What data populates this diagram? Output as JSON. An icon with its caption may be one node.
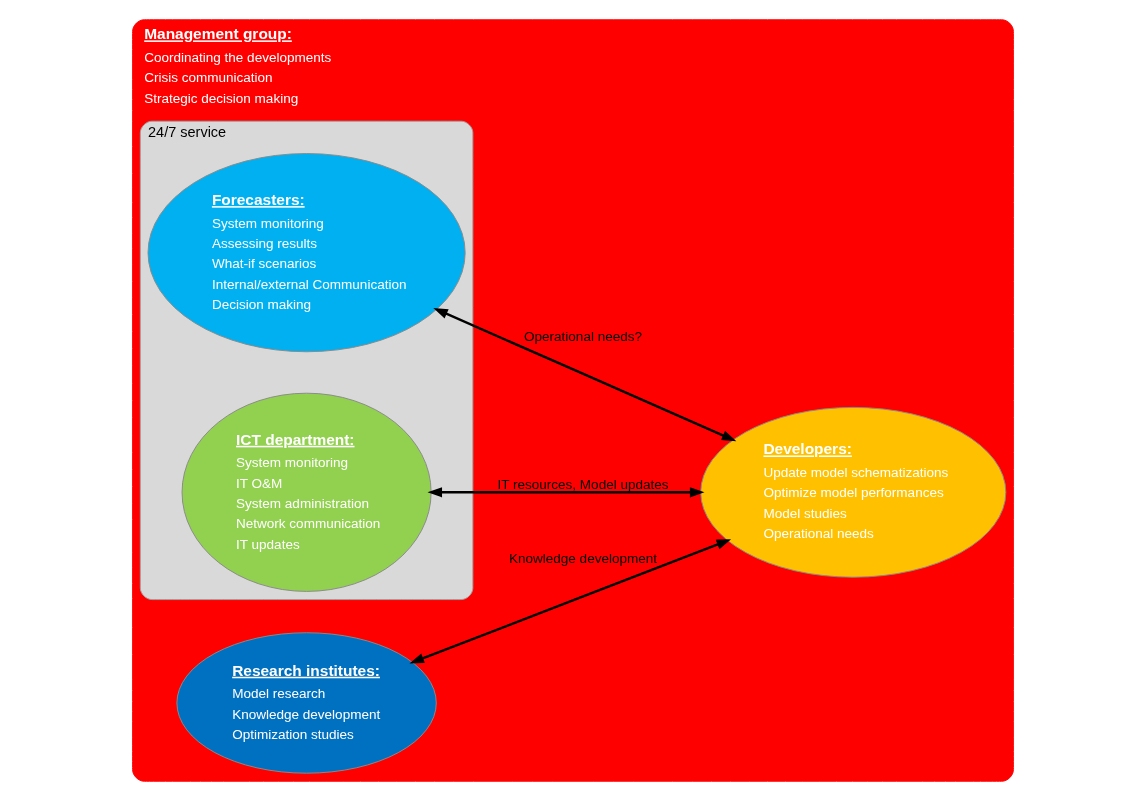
{
  "diagram": {
    "nodes": [
      {
        "text": [
          "Management group:",
          "Coordinating the developments",
          "Crisis communication",
          "Strategic decision making"
        ]
      },
      {
        "text": [
          "24/7 service"
        ],
        "in": 0
      },
      {
        "text": [
          "ICT department:",
          "System monitoring",
          "IT O&M",
          "System administration",
          "Network communication",
          "IT updates"
        ],
        "in": 1
      },
      {
        "text": [
          "Forecasters:",
          "System monitoring",
          "Assessing results",
          "What-if scenarios",
          "Internal/external Communication",
          "Decision making"
        ],
        "in": 1
      },
      {
        "text": [
          "Research institutes:",
          "Model research",
          "Knowledge development",
          "Optimization studies"
        ],
        "in": 0
      },
      {
        "text": [
          "Developers:",
          "Update model schematizations",
          "Optimize model performances",
          "Model studies",
          "Operational needs"
        ],
        "in": 0
      }
    ],
    "edges": [
      {
        "from": 2,
        "to": 5,
        "arrow": "both",
        "label": "IT resources, Model updates"
      },
      {
        "from": 3,
        "to": 5,
        "arrow": "both",
        "label": "Operational needs?"
      },
      {
        "from": 4,
        "to": 5,
        "arrow": "both",
        "label": "Knowledge development"
      }
    ]
  }
}
